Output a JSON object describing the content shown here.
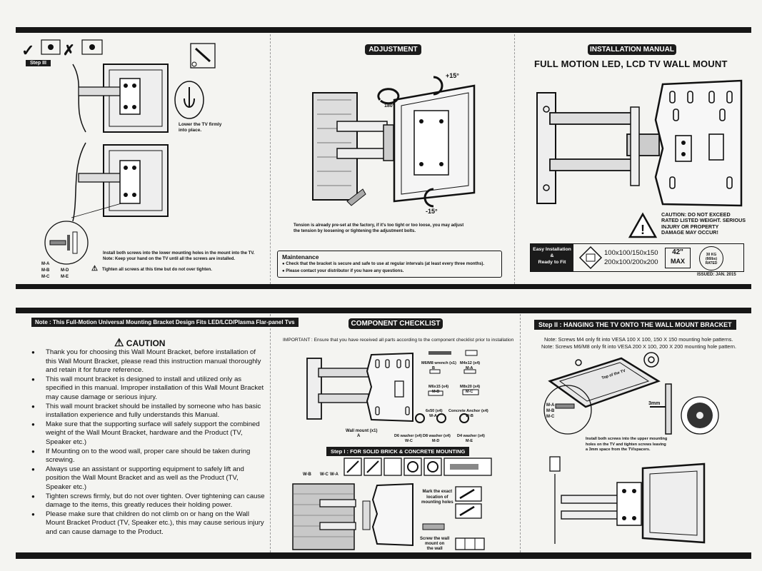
{
  "step3": {
    "label": "Step III",
    "lower_tv": "Lower the TV firmly\ninto place.",
    "install_note_1": "Install both screws into the lower mounting holes in the mount into the TV.",
    "install_note_2": "Note: Keep your hand on the TV until all the screws are installed.",
    "tighten_note": "Tighten all screws at this time but do not over tighten.",
    "part_labels": [
      "M-A",
      "M-B",
      "M-C",
      "M-D",
      "M-E"
    ]
  },
  "adjustment": {
    "title": "ADJUSTMENT",
    "tilt_up": "+15°",
    "tilt_down": "-15°",
    "swivel": "180°",
    "tension_note_1": "Tension is already pre-set at the factory, if it's too tight or too loose, you may adjust",
    "tension_note_2": "the tension by loosening or tightening the adjustment bolts.",
    "maintenance_title": "Maintenance",
    "maintenance_items": [
      "Check that the bracket is secure and safe to use at regular intervals (at least every three months).",
      "Please contact your distributor if you have any questions."
    ]
  },
  "manual": {
    "badge": "INSTALLATION MANUAL",
    "title": "FULL MOTION LED, LCD TV WALL MOUNT",
    "caution": "CAUTION: DO NOT EXCEED\nRATED LISTED WEIGHT. SERIOUS\nINJURY OR PROPERTY\nDAMAGE MAY OCCUR!",
    "easy_install": "Easy Installation\n&\nReady to Fit",
    "vesa_1": "100x100/150x150",
    "vesa_2": "200x100/200x200",
    "max_size": "42\"",
    "max_label": "MAX",
    "weight": "30 KG\n(66lbs)\nRATED",
    "issued": "ISSUED: JAN. 2015"
  },
  "note": {
    "header": "Note : This Full-Motion Universal Mounting Bracket Design Fits LED/LCD/Plasma Flar-panel Tvs",
    "caution_title": "CAUTION",
    "items": [
      "Thank you for choosing this Wall Mount Bracket, before installation of this Wall Mount Bracket, please read this instruction manual thoroughly and retain it for future reference.",
      "This wall mount bracket is designed to install and utilized only as specified in this manual. Improper installation of this Wall Mount Bracket may cause damage or serious injury.",
      "This wall mount bracket should be installed by someone who has basic installation experience and fully understands this Manual.",
      "Make sure that the supporting surface will safely support the combined weight of the Wall Mount Bracket, hardware and the Product (TV, Speaker etc.)",
      "If Mounting on to the wood wall, proper care should be taken during screwing.",
      "Always use an assistant or supporting equipment to safely lift and position the Wall Mount Bracket and as well as the Product (TV, Speaker etc.)",
      "Tighten screws firmly, but do not over tighten. Over tightening can cause damage to the items, this greatly reduces their holding power.",
      "Please make sure that children do not climb on or hang on the Wall Mount Bracket Product (TV, Speaker etc.), this may cause serious injury and can cause damage to the Product."
    ]
  },
  "checklist": {
    "title": "COMPONENT CHECKLIST",
    "important": "IMPORTANT : Ensure that you have received all parts according to the component checklist prior to installation",
    "parts": [
      {
        "label": "M6/M8 wrench (x1)",
        "code": "B"
      },
      {
        "label": "M4x12 (x4)",
        "code": "M-A"
      },
      {
        "label": "M6x15 (x4)",
        "code": "M-B"
      },
      {
        "label": "M8x20 (x4)",
        "code": "M-C"
      },
      {
        "label": "6x50 (x4)",
        "code": "W-A"
      },
      {
        "label": "Concrete Anchor (x4)",
        "code": "W-B"
      },
      {
        "label": "D6 washer (x4)",
        "code": "W-C"
      },
      {
        "label": "D8 washer (x4)",
        "code": "M-D"
      },
      {
        "label": "D4 washer (x4)",
        "code": "M-E"
      }
    ],
    "wall_mount": "Wall mount (x1)",
    "wall_mount_code": "A",
    "step1_title": "Step I : FOR SOLID BRICK & CONCRETE MOUNTING",
    "step1_labels": [
      "W-B",
      "W-C",
      "W-A"
    ],
    "mark_holes": "Mark the exact\nlocation of\nmounting holes",
    "screw_wall": "Screw the wall\nmount on\nthe wall"
  },
  "step2": {
    "title": "Step II : HANGING THE TV ONTO THE WALL MOUNT BRACKET",
    "note_1": "Note: Screws M4 only fit into VESA 100 X 100, 150 X 150 mounting hole patterns.",
    "note_2": "Note: Screws M6/M8 only fit into VESA 200 X 100, 200 X 200 mounting hole pattern.",
    "top_of_tv": "Top of the TV",
    "gap": "3mm",
    "labels": [
      "M-A",
      "M-B",
      "M-C"
    ],
    "install_note": "Install both screws into the upper mounting\nholes on the TV and tighten screws leaving\na 3mm space from the TV/spacers."
  }
}
